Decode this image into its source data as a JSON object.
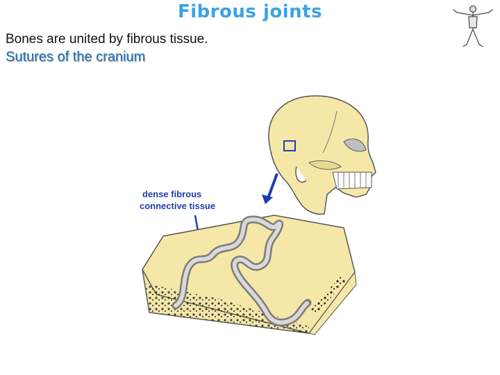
{
  "slide": {
    "title": "Fibrous joints",
    "subtitle": "Bones are united by fibrous tissue.",
    "section_heading": "Sutures of the cranium"
  },
  "illustration": {
    "label_line1": "dense fibrous",
    "label_line2": "connective tissue",
    "colors": {
      "bone": "#f5e7a8",
      "bone_edge": "#555555",
      "suture": "#9a9a9a",
      "arrow": "#1f3fae",
      "highlight_box": "#1f3fae"
    }
  },
  "icons": {
    "corner": "vitruvian-figure-icon"
  }
}
